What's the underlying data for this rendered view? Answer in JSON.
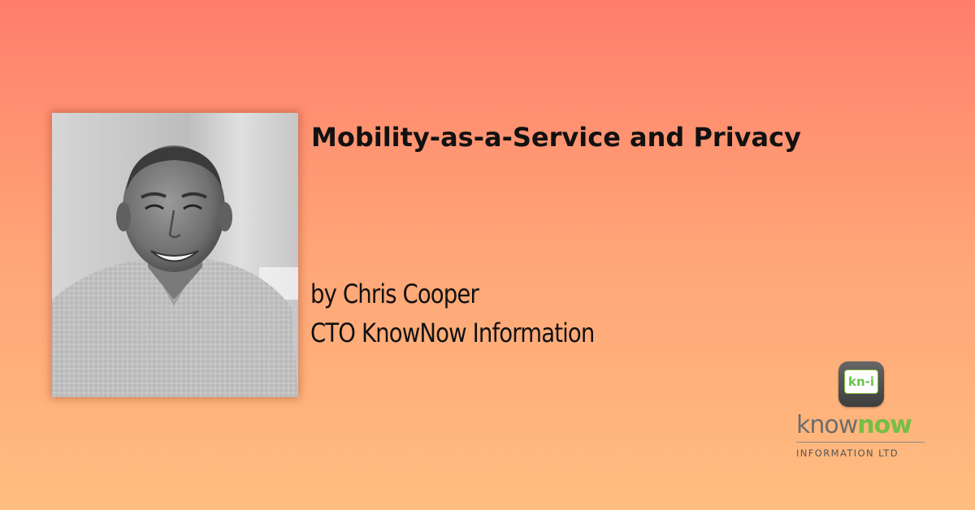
{
  "title": "Mobility-as-a-Service and Privacy",
  "author": {
    "byline": "by Chris Cooper",
    "role": "CTO KnowNow Information"
  },
  "logo": {
    "badge_text": "kn-i",
    "word_know": "know",
    "word_now": "now",
    "subtitle": "INFORMATION LTD"
  },
  "colors": {
    "background_top": "#ff7e6b",
    "background_bottom": "#ffbd7f",
    "brand_green": "#74bf44",
    "brand_grey": "#6d6d6d"
  },
  "icons": {
    "badge": "kn-i-logo-badge-icon",
    "portrait": "portrait-photo"
  }
}
